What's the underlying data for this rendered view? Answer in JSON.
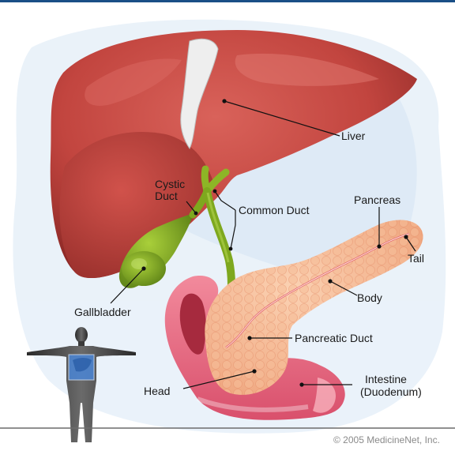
{
  "labels": {
    "liver": "Liver",
    "cystic_duct_line1": "Cystic",
    "cystic_duct_line2": "Duct",
    "common_duct": "Common Duct",
    "pancreas": "Pancreas",
    "tail": "Tail",
    "body": "Body",
    "gallbladder": "Gallbladder",
    "pancreatic_duct": "Pancreatic Duct",
    "head": "Head",
    "intestine_line1": "Intestine",
    "intestine_line2": "(Duodenum)"
  },
  "copyright": "© 2005 MedicineNet, Inc.",
  "colors": {
    "liver": "#c2453f",
    "liver_dark": "#8e2a27",
    "gallbladder": "#7ea81e",
    "pancreas": "#f4b58f",
    "duodenum": "#e86b82",
    "background_wash": "#d6e6f4",
    "top_border": "#1a4f86"
  }
}
